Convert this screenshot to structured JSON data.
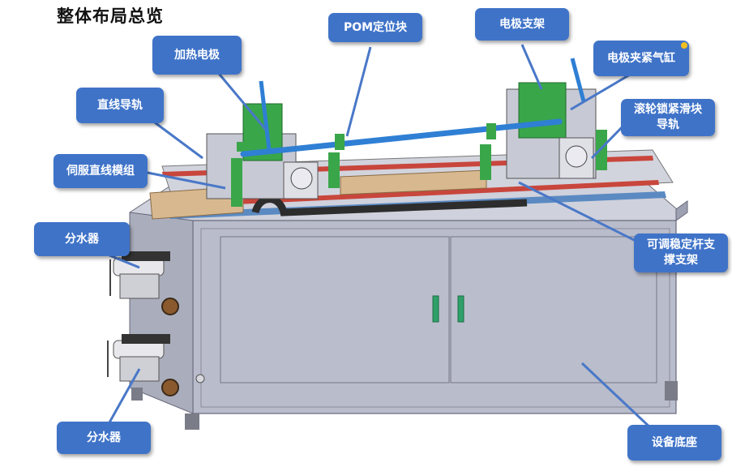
{
  "title": "整体布局总览",
  "labels": {
    "pom_block": "POM定位块",
    "electrode_bracket": "电极支架",
    "heating_electrode": "加热电极",
    "electrode_clamp_cylinder": "电极夹紧气缸",
    "linear_guide": "直线导轨",
    "roller_lock_slide_guide": "滚轮锁紧滑块导轨",
    "servo_linear_module": "伺服直线模组",
    "water_distributor_top": "分水器",
    "adjustable_support_rod": "可调稳定杆支撑支架",
    "water_distributor_bottom": "分水器",
    "equipment_base": "设备底座"
  },
  "colors": {
    "callout_fill": "#3f73c8",
    "cabinet": "#b9bccb",
    "rail_green": "#2e9a45",
    "bar_blue": "#2f7fd4",
    "rail_red": "#c8463c"
  }
}
